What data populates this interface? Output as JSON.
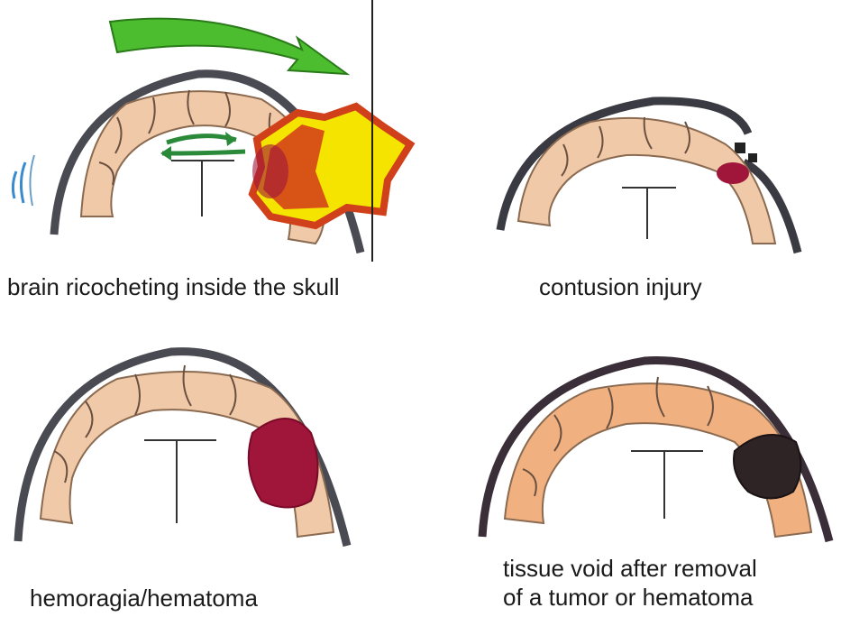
{
  "panels": [
    {
      "id": "ricochet",
      "caption": "brain ricocheting inside the skull"
    },
    {
      "id": "contusion",
      "caption": "contusion injury"
    },
    {
      "id": "hemorrhage",
      "caption": "hemoragia/hematoma"
    },
    {
      "id": "void",
      "caption_line1": "tissue void after removal",
      "caption_line2": "of a tumor or hematoma"
    }
  ],
  "colors": {
    "skull": "#4a4a52",
    "cortex": "#f0c9a8",
    "cortex_edge": "#8a6a50",
    "blood": "#a0153a",
    "void": "#2e2426",
    "arrow": "#3aa83a",
    "impact_outer": "#d0401a",
    "impact_inner": "#f5e400"
  }
}
